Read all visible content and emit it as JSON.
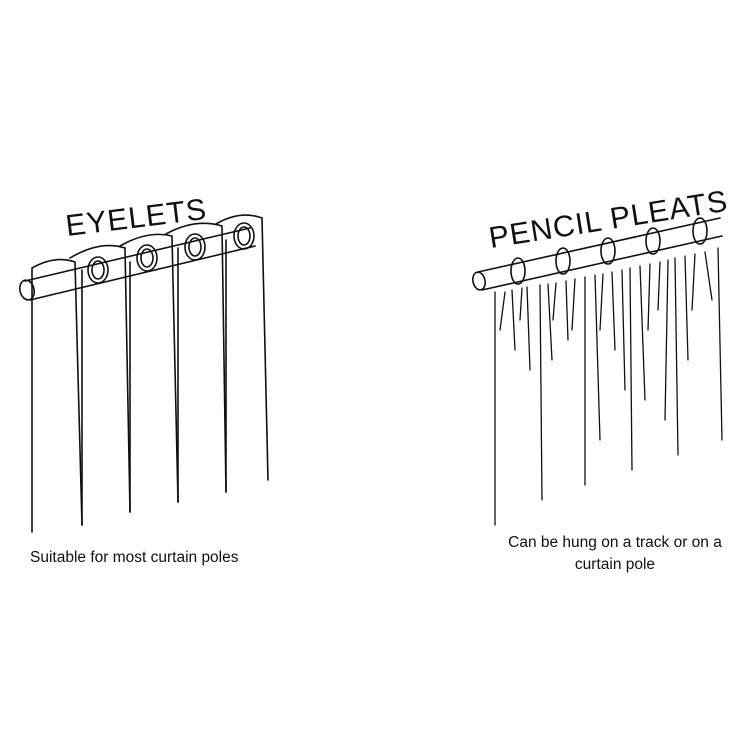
{
  "eyelets": {
    "title": "EYELETS",
    "caption": "Suitable for most curtain poles"
  },
  "pencil_pleats": {
    "title": "PENCIL PLEATS",
    "caption_line1": "Can be hung on a track or on a",
    "caption_line2": "curtain pole"
  }
}
